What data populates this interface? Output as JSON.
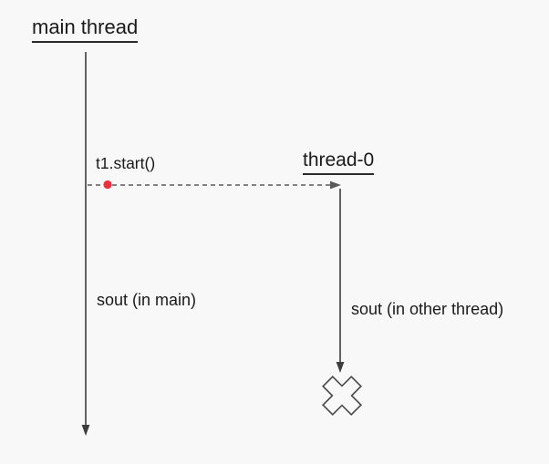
{
  "diagram": {
    "type": "thread-lifecycle-sequence-diagram",
    "background_color": "#f8f8f8",
    "colors": {
      "lifeline": "#3d3d3d",
      "dashed_message": "#5a5a5a",
      "text": "#1a1a1a",
      "event_dot": "#e8323e",
      "cross_outline": "#4a4a4a"
    },
    "lifelines": [
      {
        "id": "main-thread",
        "label": "main thread"
      },
      {
        "id": "thread-0",
        "label": "thread-0"
      }
    ],
    "annotations": {
      "start_call": "t1.start()",
      "main_print": "sout (in main)",
      "other_print": "sout (in other thread)"
    },
    "icons": {
      "event_dot": "red-event-dot",
      "thread_end": "death-cross-x"
    }
  }
}
